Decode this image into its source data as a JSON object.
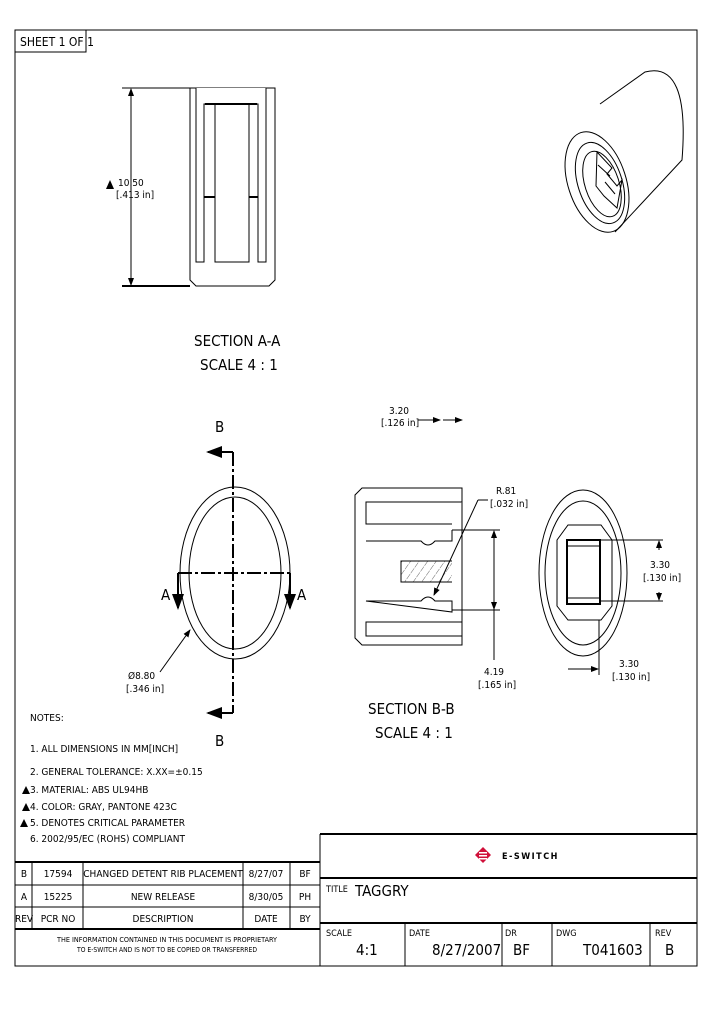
{
  "sheet": "SHEET 1 OF 1",
  "section_aa": {
    "title": "SECTION  A-A",
    "scale": "SCALE 4 : 1",
    "dim_height_mm": "10.50",
    "dim_height_in": "[.413 in]"
  },
  "front_view": {
    "cut_label_a": "A",
    "cut_label_b": "B",
    "dim_dia_mm": "Ø8.80",
    "dim_dia_in": "[.346 in]"
  },
  "section_bb": {
    "title": "SECTION  B-B",
    "scale": "SCALE 4 : 1",
    "dim_radius_mm": "R.81",
    "dim_radius_in": "[.032 in]",
    "dim_width_mm": "3.20",
    "dim_width_in": "[.126 in]",
    "dim_depth_mm": "4.19",
    "dim_depth_in": "[.165 in]"
  },
  "end_view": {
    "dim_h_mm": "3.30",
    "dim_h_in": "[.130 in]",
    "dim_w_mm": "3.30",
    "dim_w_in": "[.130 in]"
  },
  "notes": {
    "heading": "NOTES:",
    "items": [
      "1. ALL DIMENSIONS IN MM[INCH]",
      "2. GENERAL TOLERANCE: X.XX=±0.15",
      "3. MATERIAL: ABS UL94HB",
      "4. COLOR: GRAY, PANTONE 423C",
      "5.   DENOTES CRITICAL PARAMETER",
      "6. 2002/95/EC (ROHS) COMPLIANT"
    ]
  },
  "revisions": {
    "headers": [
      "REV",
      "PCR NO",
      "DESCRIPTION",
      "DATE",
      "BY"
    ],
    "rows": [
      [
        "B",
        "17594",
        "CHANGED DETENT RIB PLACEMENT",
        "8/27/07",
        "BF"
      ],
      [
        "A",
        "15225",
        "NEW RELEASE",
        "8/30/05",
        "PH"
      ]
    ],
    "notice_1": "THE INFORMATION CONTAINED IN THIS DOCUMENT IS PROPRIETARY",
    "notice_2": "TO E-SWITCH AND IS NOT TO BE COPIED OR TRANSFERRED"
  },
  "title_block": {
    "logo": "E-SWITCH",
    "logo_color": "#d0103a",
    "title_label": "TITLE",
    "title": "TAGGRY",
    "scale_label": "SCALE",
    "scale": "4:1",
    "date_label": "DATE",
    "date": "8/27/2007",
    "dr_label": "DR",
    "dr": "BF",
    "dwg_label": "DWG",
    "dwg": "T041603",
    "rev_label": "REV",
    "rev": "B"
  }
}
